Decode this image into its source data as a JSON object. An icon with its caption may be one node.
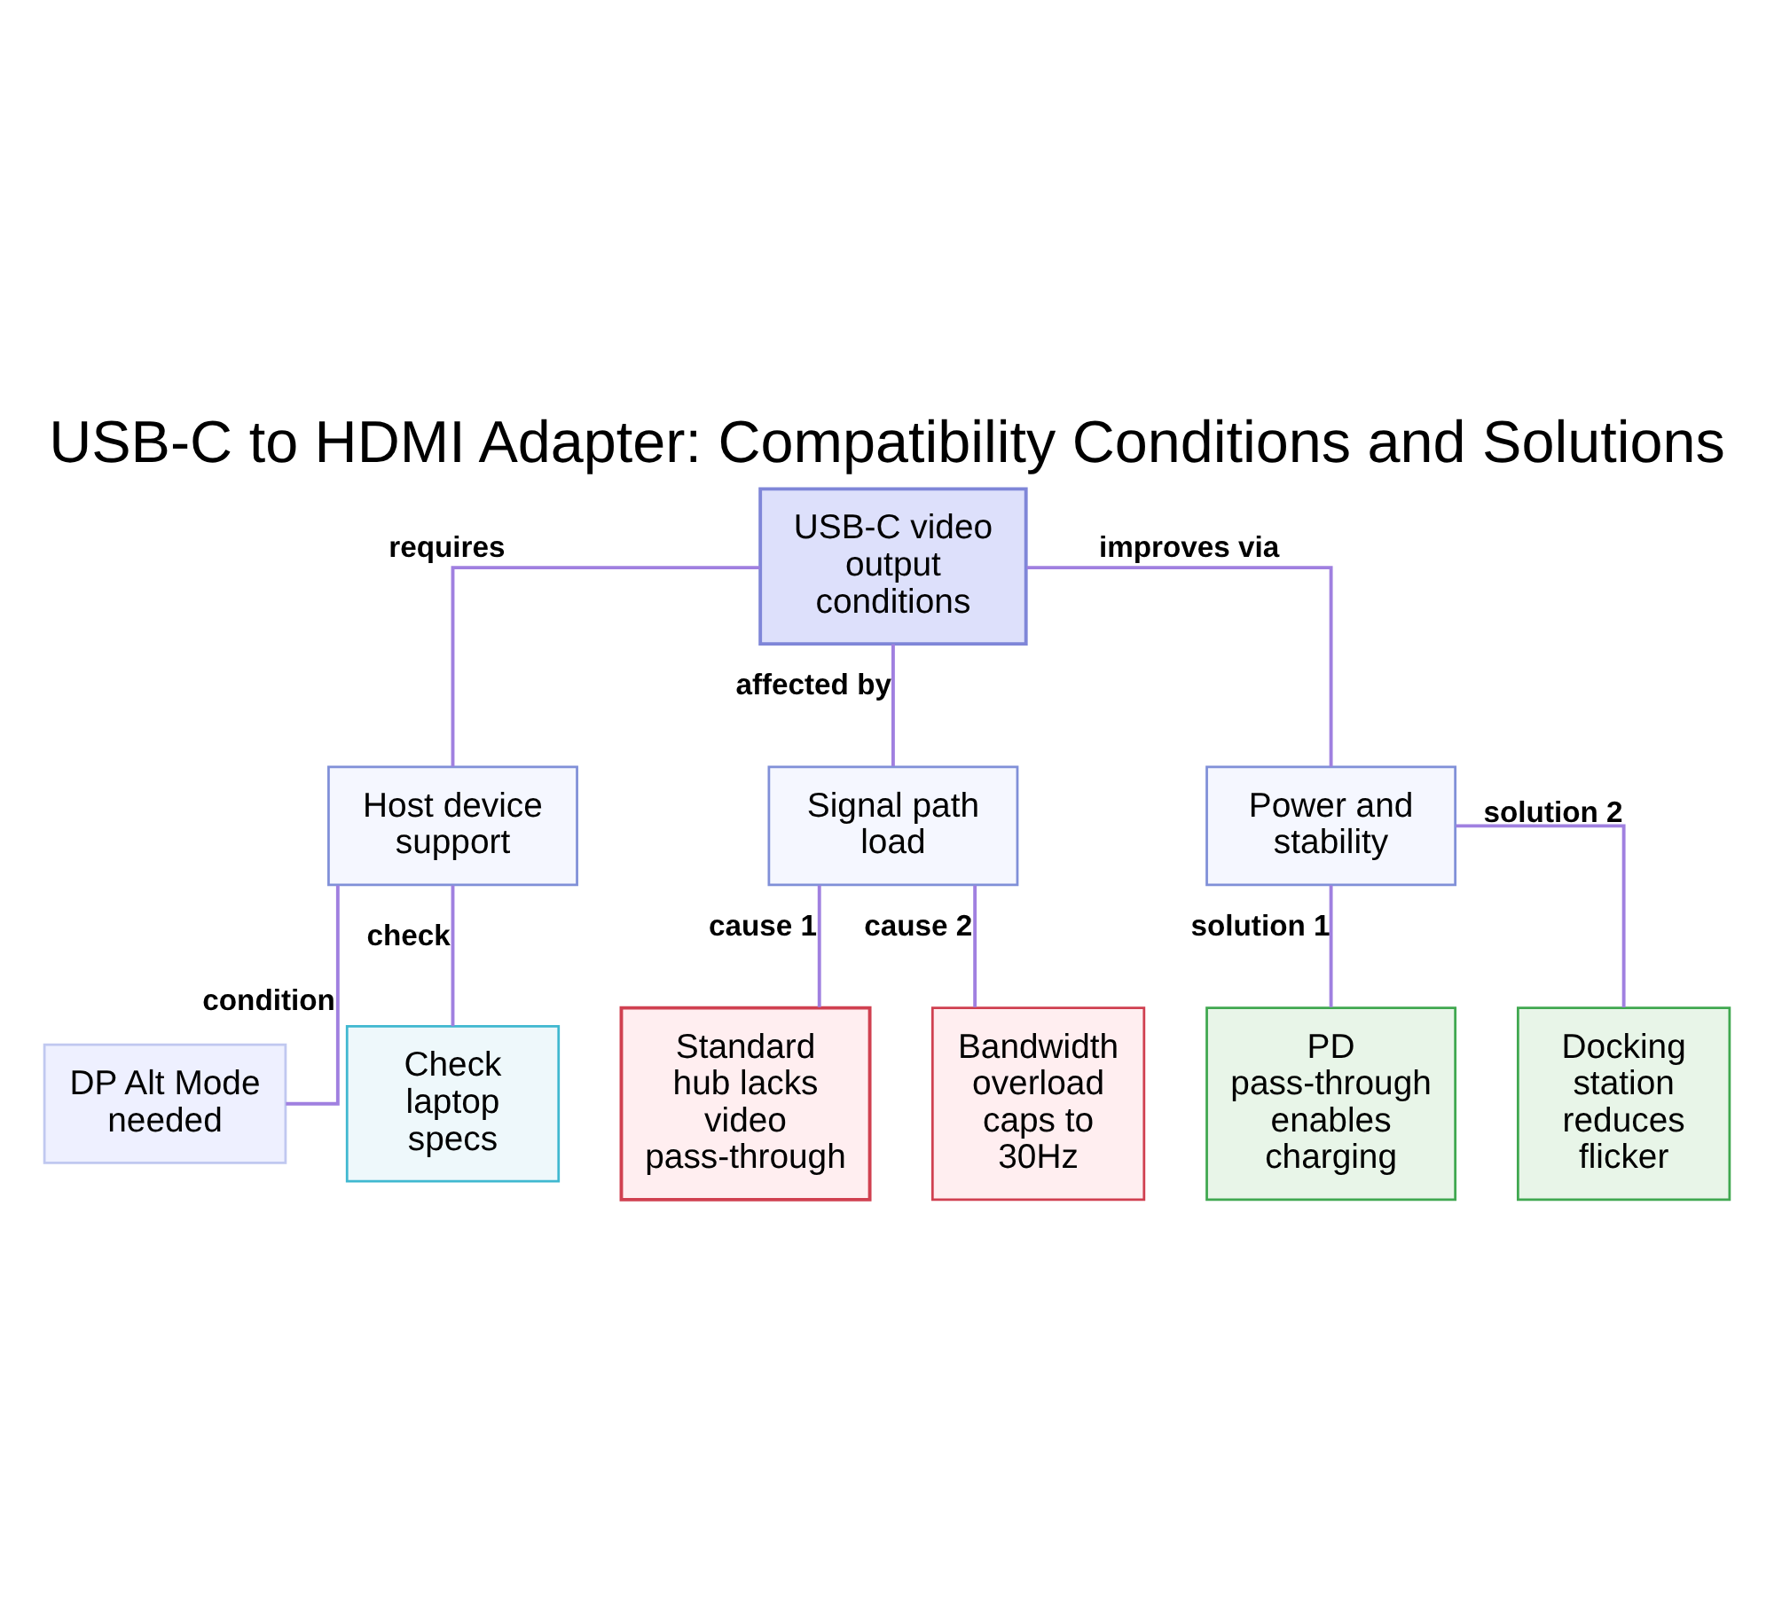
{
  "diagram": {
    "title": "USB-C to HDMI Adapter: Compatibility Conditions and Solutions",
    "nodes": [
      {
        "text": [
          "USB-C video output conditions"
        ]
      },
      {
        "text": [
          "Host device support"
        ]
      },
      {
        "text": [
          "Signal path load"
        ]
      },
      {
        "text": [
          "Power and stability"
        ]
      },
      {
        "text": [
          "DP Alt Mode needed"
        ]
      },
      {
        "text": [
          "Check laptop specs"
        ]
      },
      {
        "text": [
          "Standard hub lacks video pass-through"
        ]
      },
      {
        "text": [
          "Bandwidth overload caps to 30Hz"
        ]
      },
      {
        "text": [
          "PD pass-through enables charging"
        ]
      },
      {
        "text": [
          "Docking station reduces flicker"
        ]
      }
    ],
    "edges": [
      {
        "from": 0,
        "to": 1,
        "arrow": "none",
        "label": "requires"
      },
      {
        "from": 0,
        "to": 2,
        "arrow": "none",
        "label": "affected by"
      },
      {
        "from": 0,
        "to": 3,
        "arrow": "none",
        "label": "improves via"
      },
      {
        "from": 1,
        "to": 4,
        "arrow": "none",
        "label": "condition"
      },
      {
        "from": 1,
        "to": 5,
        "arrow": "none",
        "label": "check"
      },
      {
        "from": 2,
        "to": 6,
        "arrow": "none",
        "label": "cause 1"
      },
      {
        "from": 2,
        "to": 7,
        "arrow": "none",
        "label": "cause 2"
      },
      {
        "from": 3,
        "to": 8,
        "arrow": "none",
        "label": "solution 1"
      },
      {
        "from": 3,
        "to": 9,
        "arrow": "none",
        "label": "solution 2"
      }
    ]
  }
}
